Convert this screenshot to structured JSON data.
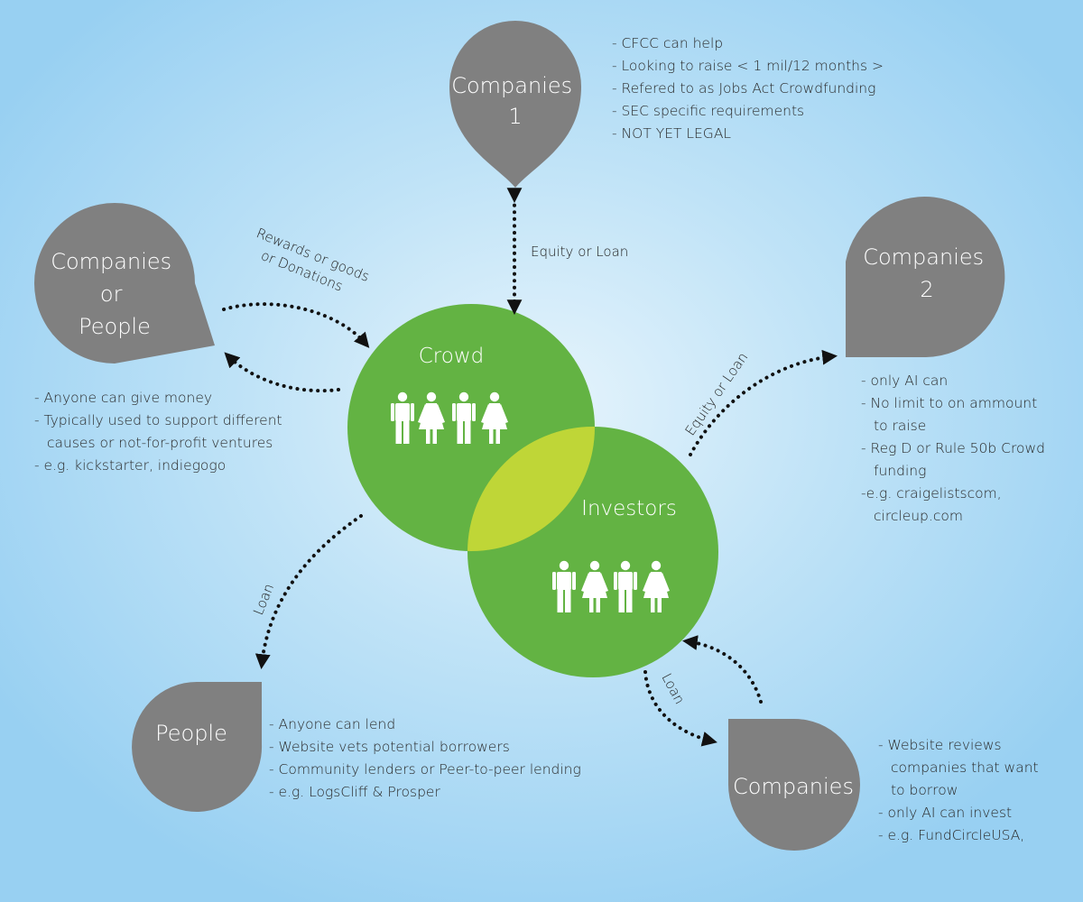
{
  "nodes": {
    "companies_1": {
      "lines": [
        "Companies",
        "1"
      ],
      "notes": [
        "CFCC can help",
        "Looking to raise < 1 mil/12 months >",
        "Refered to as Jobs Act Crowdfunding",
        "SEC specific requirements",
        "NOT YET LEGAL"
      ]
    },
    "companies_or_people": {
      "lines": [
        "Companies",
        "or",
        "People"
      ],
      "notes": [
        "Anyone can give money",
        "Typically used to support different causes or not-for-profit ventures",
        "e.g. kickstarter, indiegogo"
      ]
    },
    "companies_2": {
      "lines": [
        "Companies",
        "2"
      ],
      "notes": [
        "only AI can",
        "No limit to on ammount to raise",
        "Reg D or Rule 50b Crowd funding",
        "e.g. craigelistscom, circleup.com"
      ]
    },
    "people": {
      "lines": [
        "People"
      ],
      "notes": [
        "Anyone can lend",
        "Website vets potential borrowers",
        "Community lenders or Peer-to-peer lending",
        "e.g. LogsCliff & Prosper"
      ]
    },
    "companies_loan": {
      "lines": [
        "Companies"
      ],
      "notes": [
        "Website reviews companies that want to borrow",
        "only AI can invest",
        "e.g. FundCircleUSA,"
      ]
    }
  },
  "circles": {
    "crowd": "Crowd",
    "investors": "Investors"
  },
  "edges": {
    "rewards": [
      "Rewards or goods",
      "or Donations"
    ],
    "equity_loan_top": "Equity or Loan",
    "equity_loan_right": "Equity or Loan",
    "loan_left": "Loan",
    "loan_bottom": "Loan"
  },
  "colors": {
    "drop": "#808080",
    "circle": "#63b343",
    "overlap": "#bfd637",
    "text": "#2a2a2a",
    "arrow": "#111111"
  },
  "icons": [
    "man-icon",
    "woman-icon",
    "arrow-head-icon"
  ]
}
